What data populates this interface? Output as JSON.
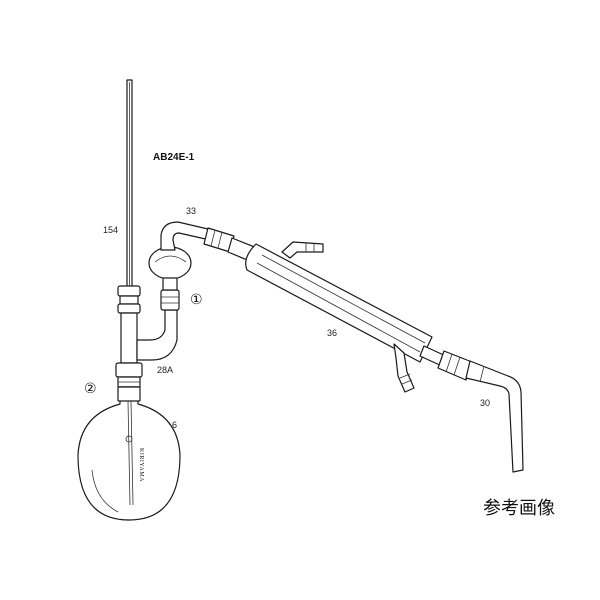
{
  "diagram": {
    "model_label": "AB24E-1",
    "parts": [
      {
        "id": "thermometer",
        "label": "154"
      },
      {
        "id": "adapter",
        "label": "33"
      },
      {
        "id": "condenser",
        "label": "36"
      },
      {
        "id": "distilling-head",
        "label": "28A"
      },
      {
        "id": "flask",
        "label": "6"
      },
      {
        "id": "receiver-adapter",
        "label": "30"
      }
    ],
    "callouts": [
      "①",
      "②"
    ],
    "flask_stamp": "KIRIYAMA",
    "caption": "参考画像"
  }
}
